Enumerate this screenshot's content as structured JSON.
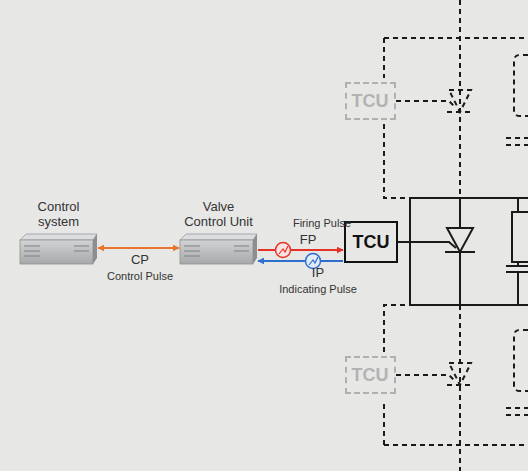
{
  "diagram": {
    "nodes": [
      {
        "text": [
          "Control system"
        ]
      },
      {
        "text": [
          "Valve Control Unit"
        ]
      },
      {
        "text": [
          "TCU"
        ]
      },
      {
        "text": [
          "TCU"
        ]
      },
      {
        "text": [
          "TCU"
        ]
      }
    ],
    "edges": [
      {
        "from": 0,
        "to": 1,
        "arrow": "both",
        "label": "CP"
      },
      {
        "from": 1,
        "to": 2,
        "arrow": "to",
        "label": "FP"
      },
      {
        "from": 2,
        "to": 1,
        "arrow": "to",
        "label": "IP"
      }
    ],
    "labels": [
      "Control Pulse",
      "Firing Pulse",
      "Indicating Pulse"
    ]
  }
}
